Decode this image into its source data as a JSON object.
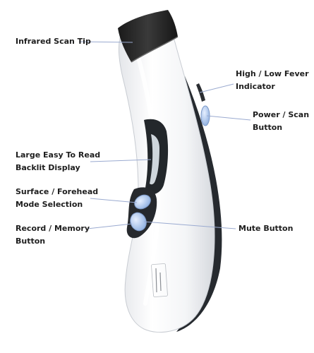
{
  "callouts": {
    "infrared_tip": "Infrared Scan Tip",
    "fever_indicator": [
      "High / Low Fever",
      "Indicator"
    ],
    "power_button": [
      "Power / Scan",
      "Button"
    ],
    "display": [
      "Large Easy To Read",
      "Backlit Display"
    ],
    "mode_selection": [
      "Surface / Forehead",
      "Mode Selection"
    ],
    "record_button": [
      "Record / Memory",
      "Button"
    ],
    "mute_button": "Mute Button"
  },
  "colors": {
    "body": "#f7f8f9",
    "tip": "#262626",
    "accent": "#2b2e32",
    "button_blue": "#a9c3ea",
    "leader_line": "#9aaad0"
  }
}
